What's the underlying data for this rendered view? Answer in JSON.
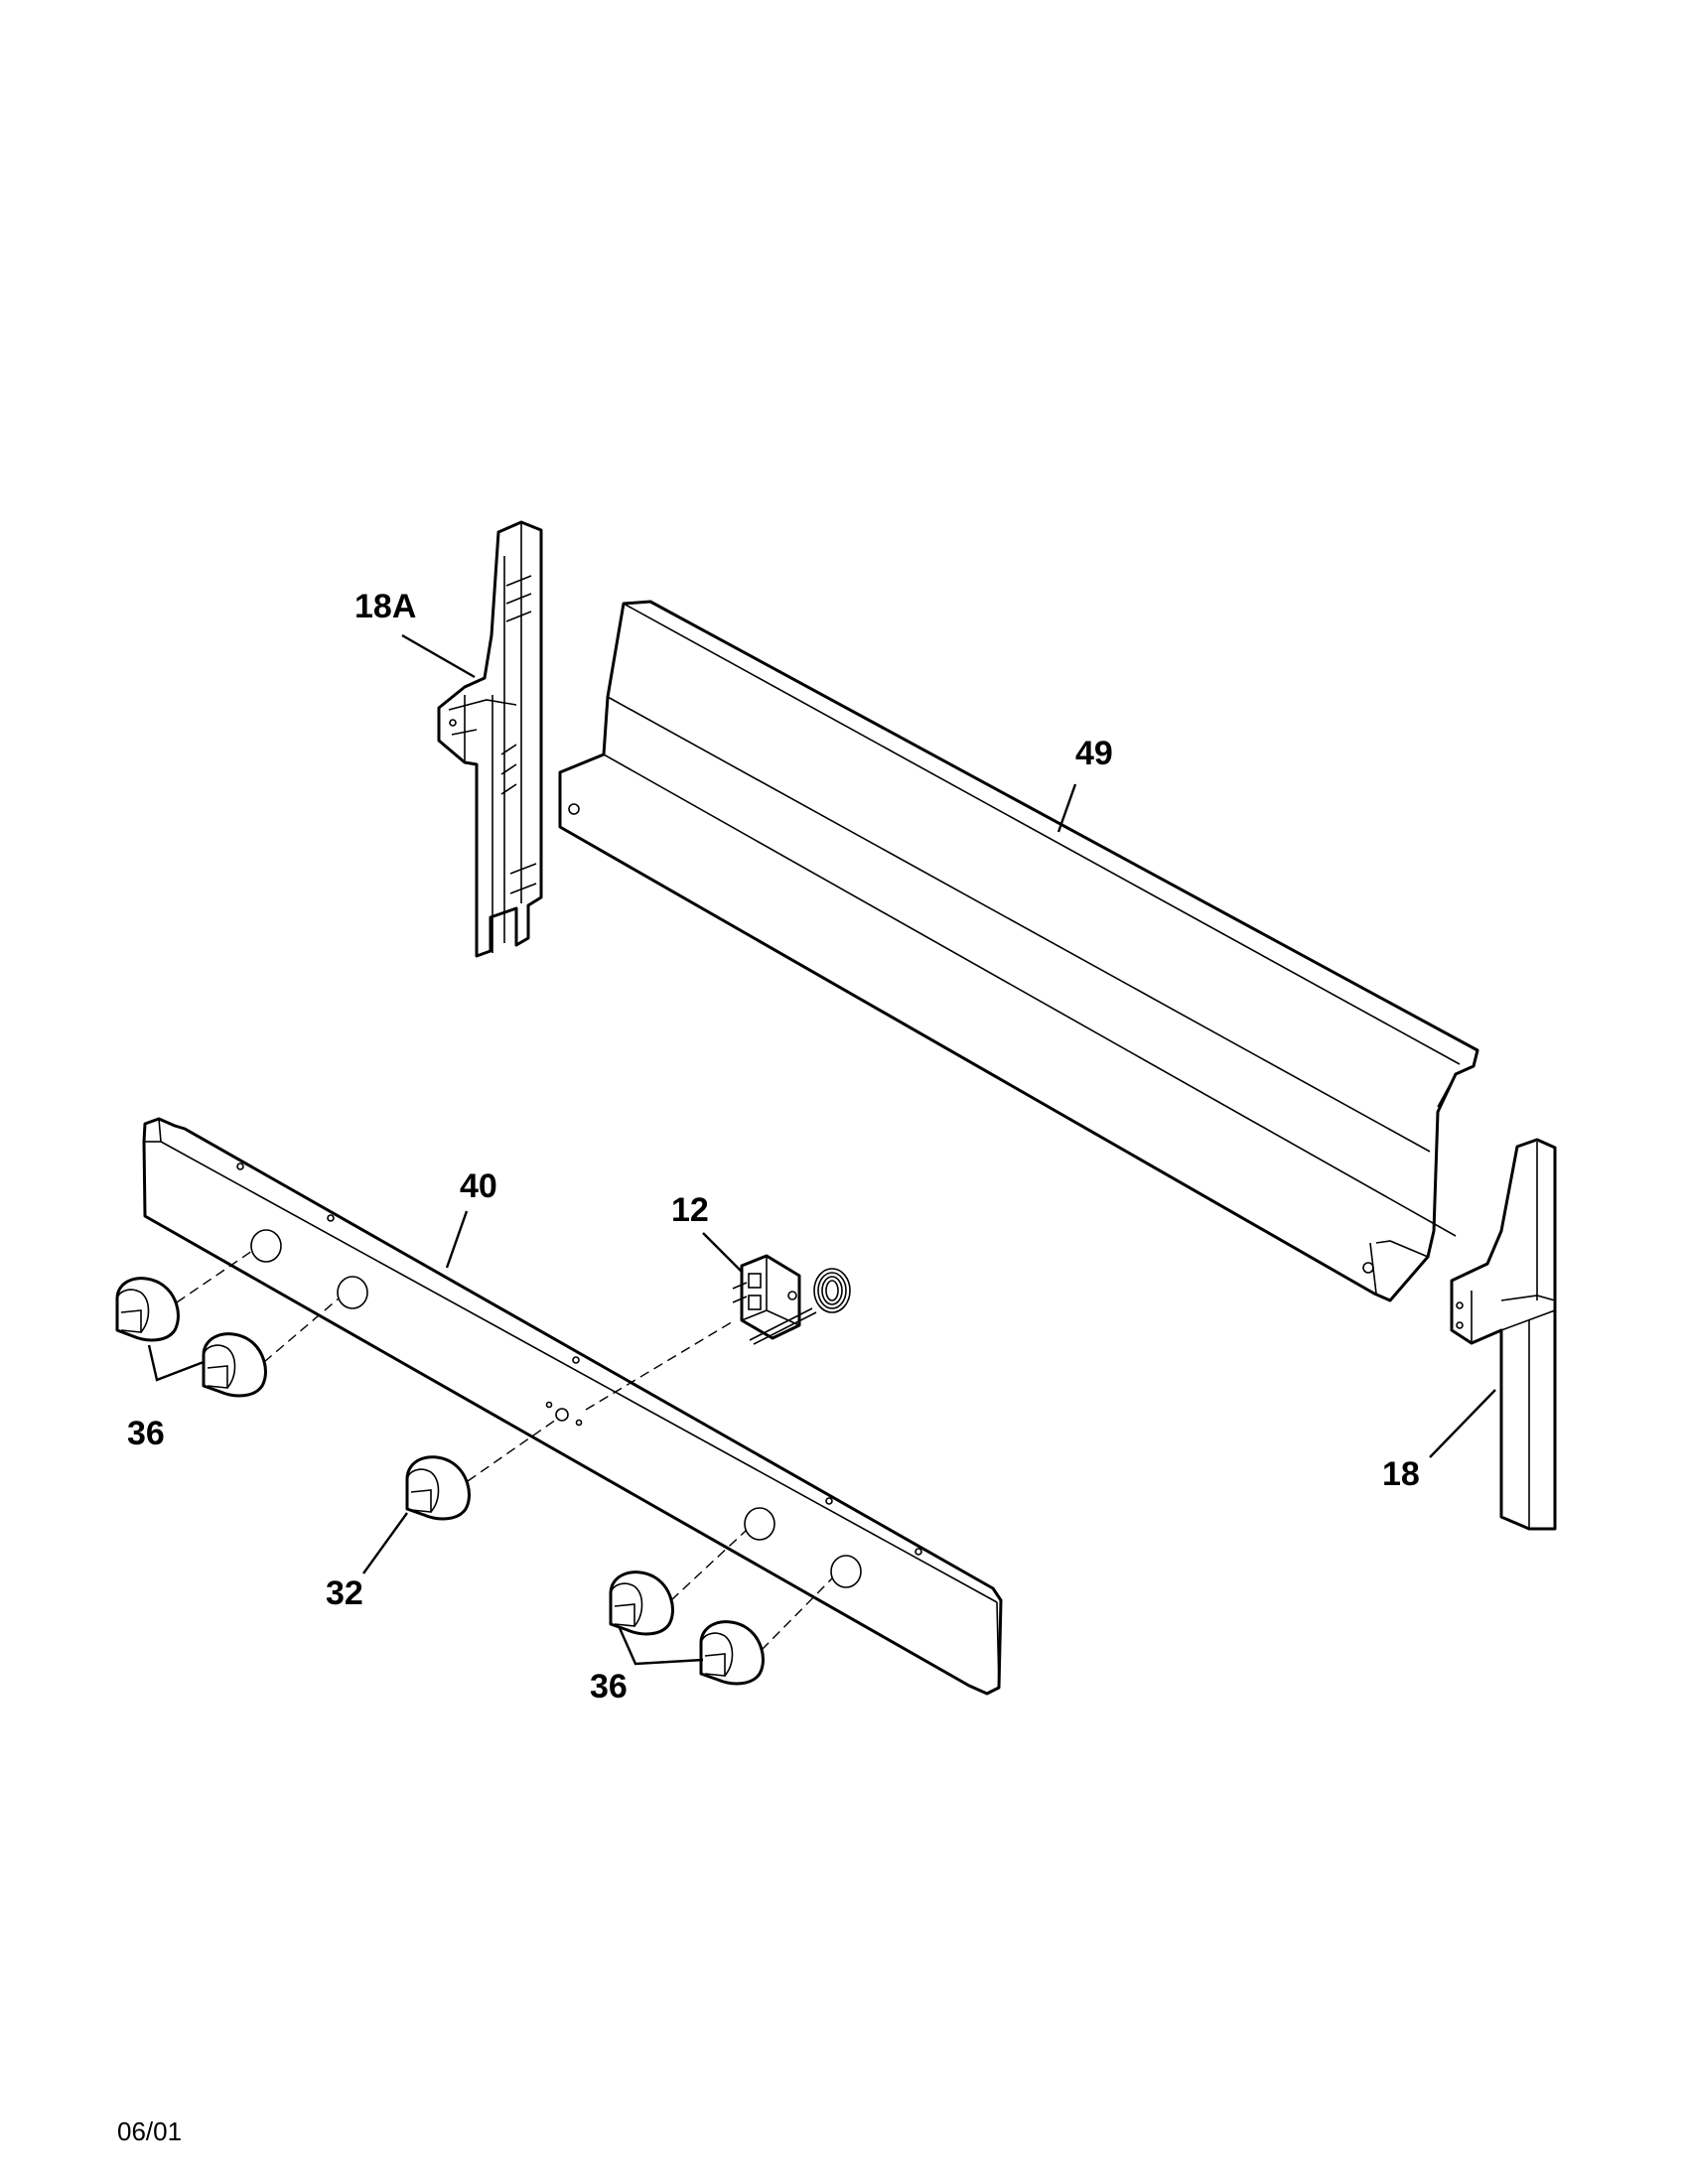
{
  "diagram": {
    "callouts": {
      "p18a": "18A",
      "p49": "49",
      "p40": "40",
      "p12": "12",
      "p36_left": "36",
      "p32": "32",
      "p36_bottom": "36",
      "p18": "18"
    }
  },
  "footer": {
    "date_code": "06/01"
  }
}
